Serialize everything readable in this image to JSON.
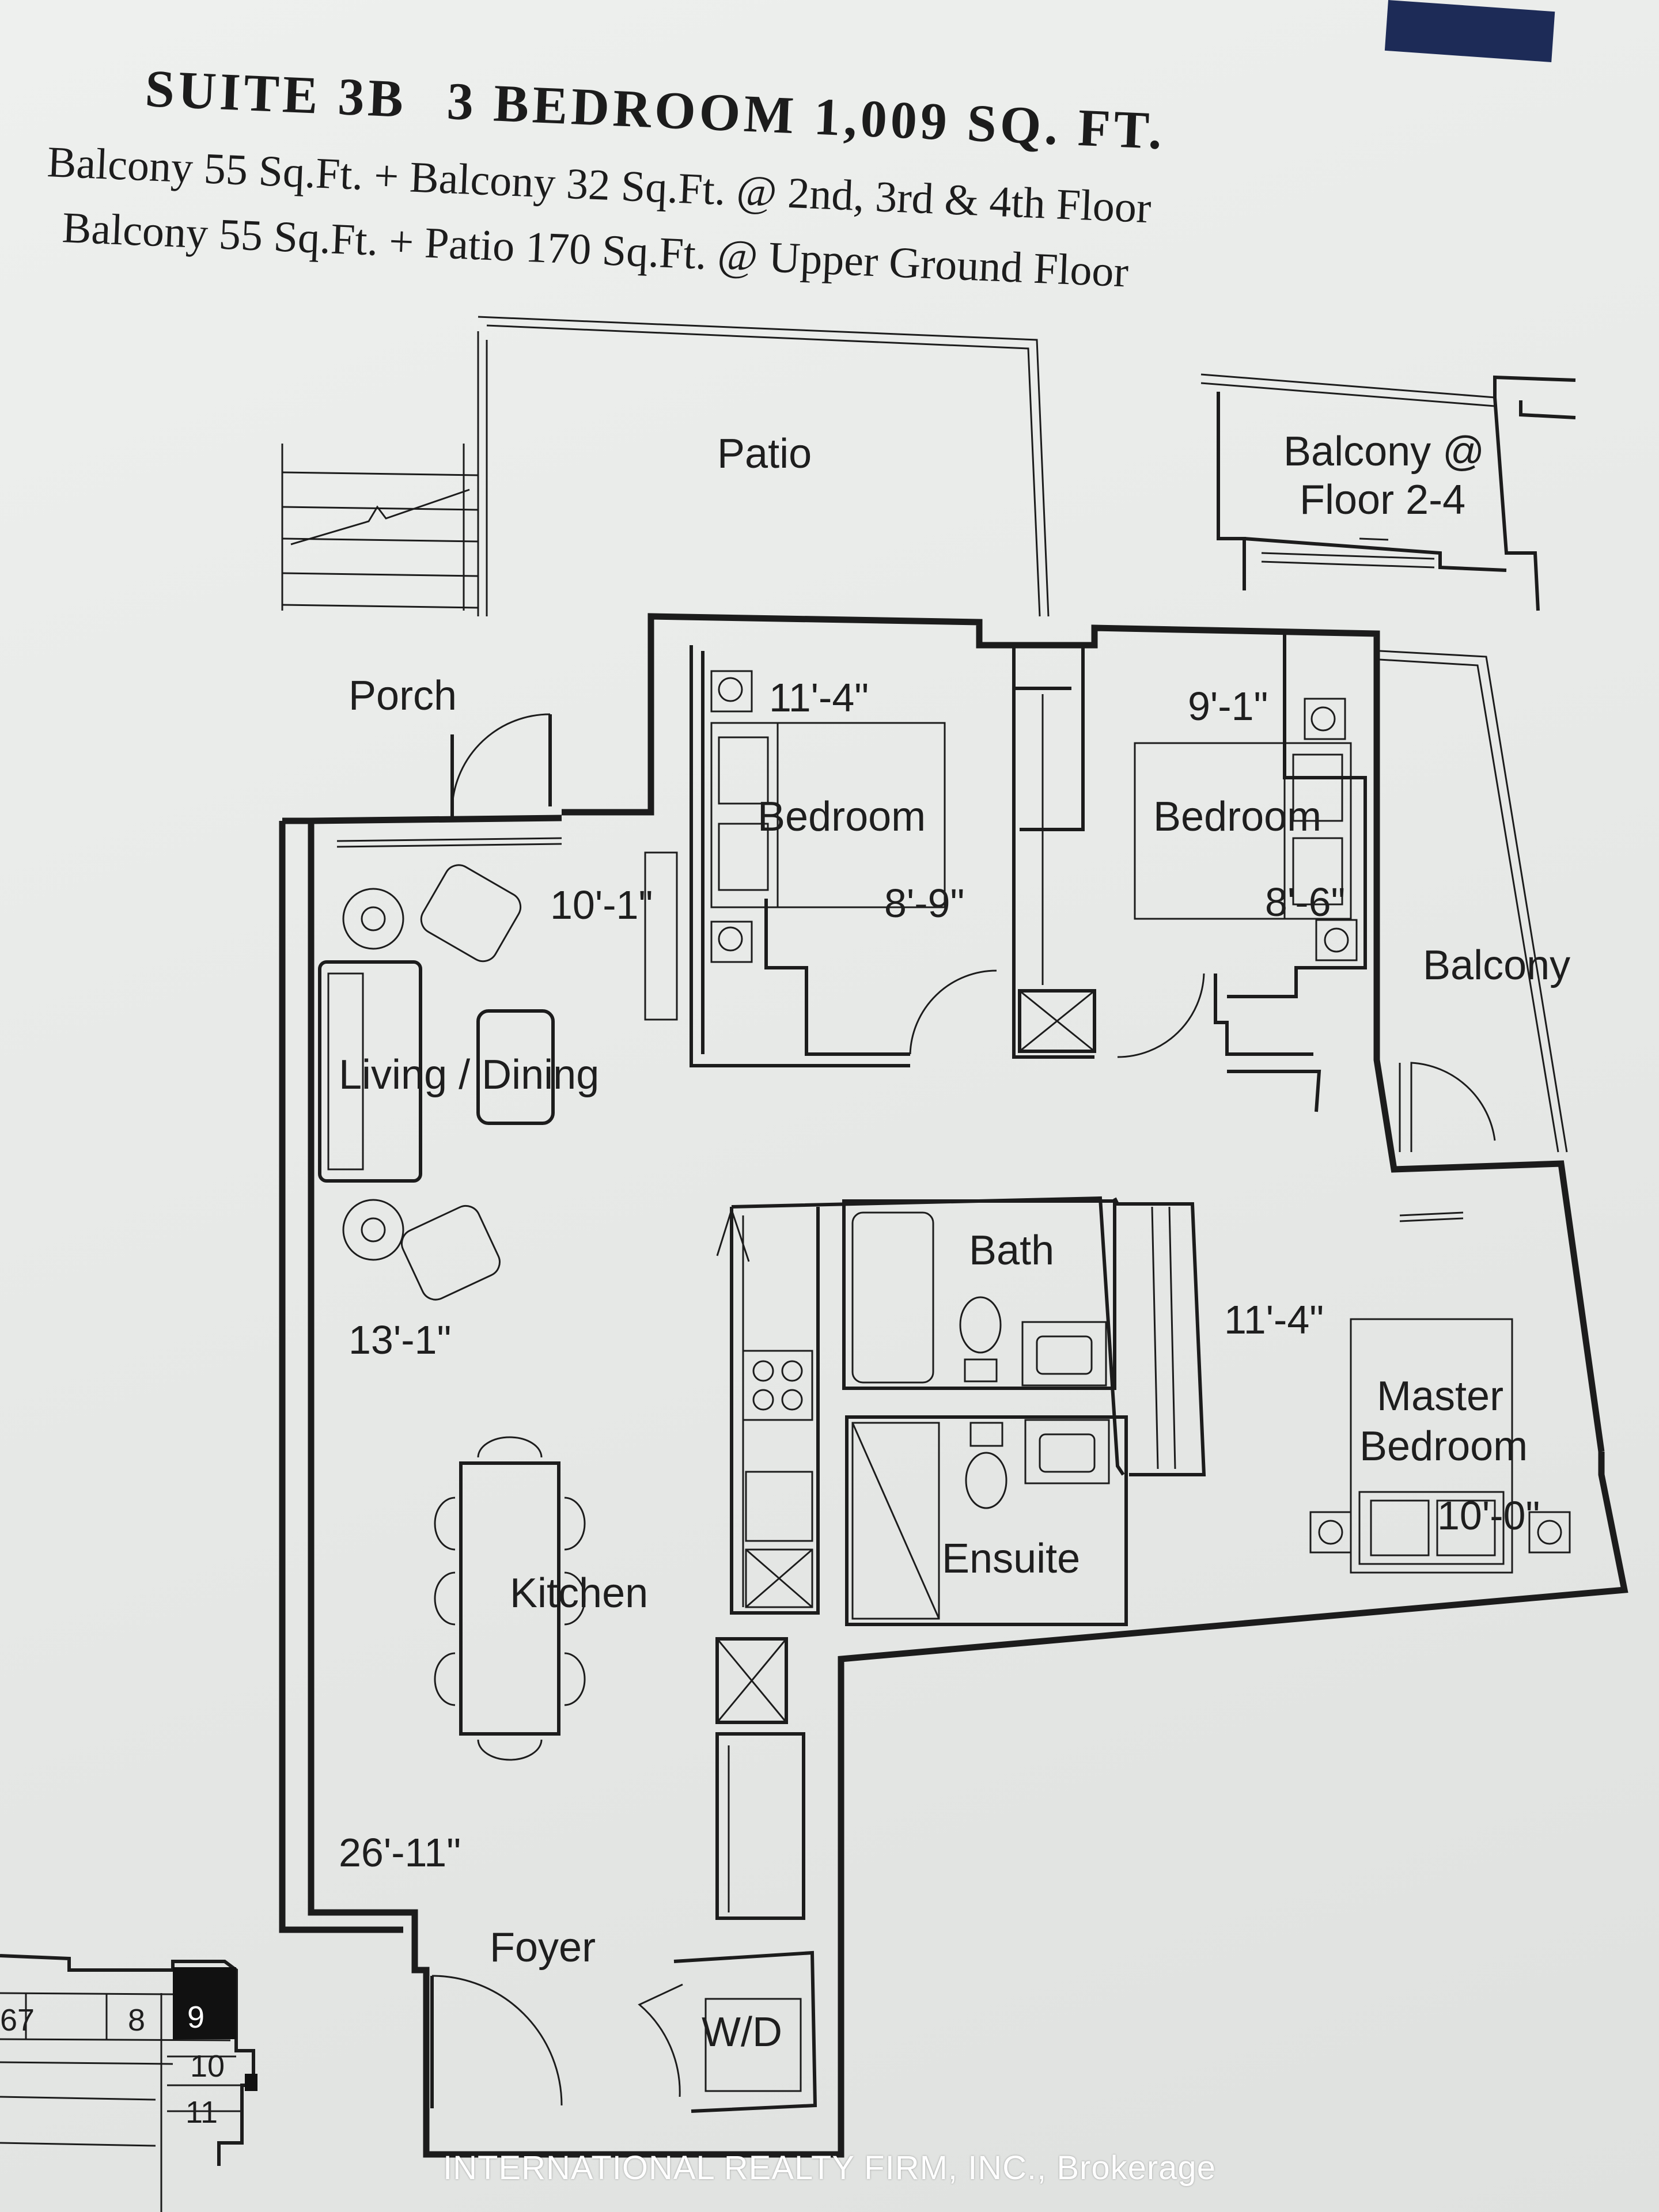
{
  "header": {
    "suite": "SUITE 3B",
    "type": "3 BEDROOM 1,009 SQ. FT.",
    "line1": "Balcony 55 Sq.Ft. + Balcony 32 Sq.Ft. @ 2nd, 3rd & 4th Floor",
    "line2": "Balcony 55 Sq.Ft. + Patio 170 Sq.Ft. @ Upper Ground Floor"
  },
  "rooms": {
    "patio": "Patio",
    "balcony_upper_1": "Balcony @",
    "balcony_upper_2": "Floor 2-4",
    "porch": "Porch",
    "bedroom_1": "Bedroom",
    "bedroom_2": "Bedroom",
    "balcony": "Balcony",
    "living_dining": "Living / Dining",
    "bath": "Bath",
    "master_1": "Master",
    "master_2": "Bedroom",
    "ensuite": "Ensuite",
    "kitchen": "Kitchen",
    "foyer": "Foyer",
    "wd": "W/D"
  },
  "dimensions": {
    "bed1_width": "11'-4\"",
    "bed1_depth": "8'-9\"",
    "bed2_width": "9'-1\"",
    "bed2_depth": "8'-6\"",
    "living_width": "10'-1\"",
    "living_depth": "13'-1\"",
    "master_depth": "11'-4\"",
    "master_width": "10'-0\"",
    "overall_length": "26'-11\""
  },
  "keyplan": {
    "units": [
      "67",
      "8",
      "9",
      "10",
      "11"
    ],
    "highlighted": "9"
  },
  "watermark": "INTERNATIONAL REALTY FIRM, INC., Brokerage",
  "colors": {
    "paper": "#e9ebe9",
    "ink": "#1c1c1c",
    "tab": "#1d2b57"
  }
}
